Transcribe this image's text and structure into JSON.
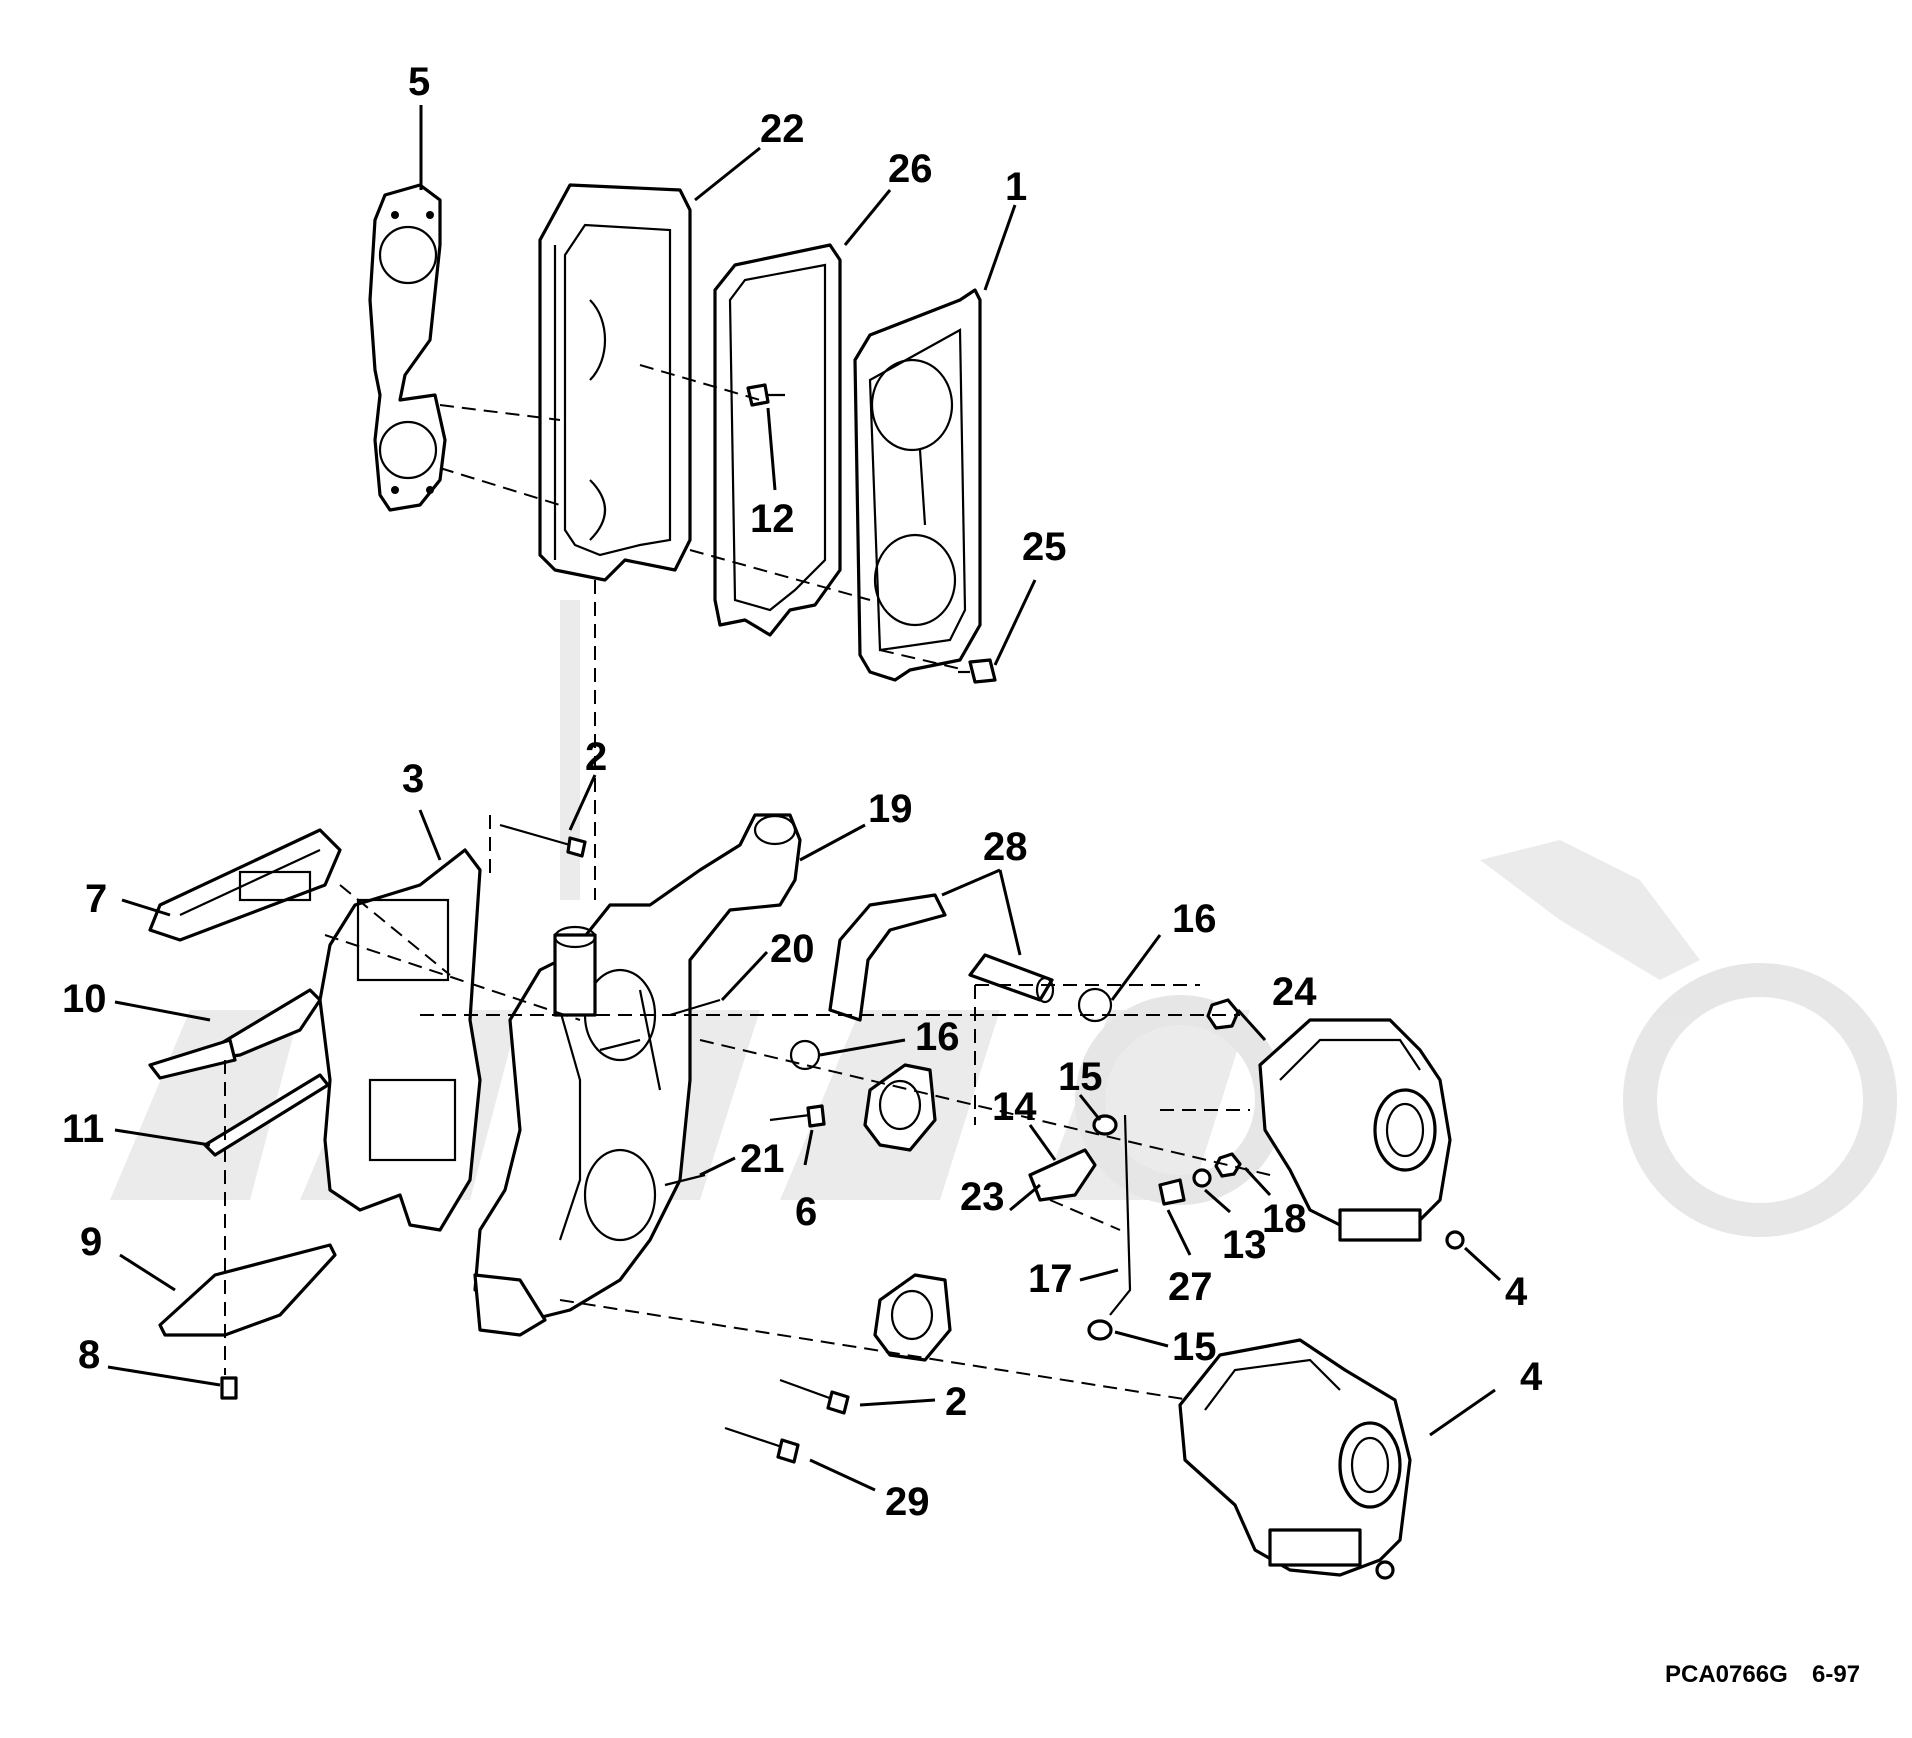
{
  "diagram": {
    "callouts": [
      "5",
      "22",
      "26",
      "1",
      "12",
      "25",
      "2",
      "19",
      "28",
      "16",
      "24",
      "3",
      "7",
      "20",
      "10",
      "16",
      "15",
      "14",
      "11",
      "21",
      "6",
      "23",
      "18",
      "13",
      "27",
      "4",
      "9",
      "17",
      "15",
      "8",
      "2",
      "4",
      "29"
    ],
    "drawing_code": "PCA0766G",
    "drawing_date": "6-97",
    "watermark_icon": "motorcycle-watermark-icon"
  }
}
